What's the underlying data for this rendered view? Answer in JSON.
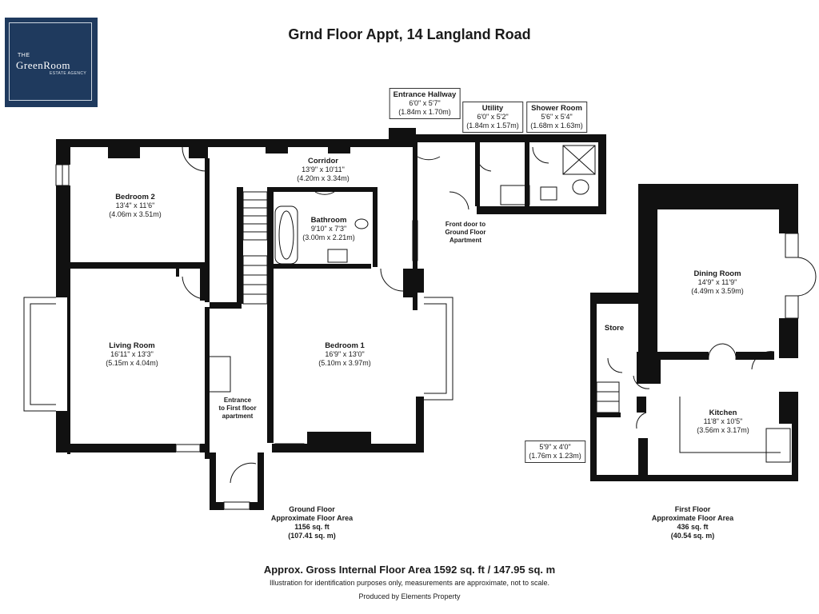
{
  "title": "Grnd Floor Appt, 14 Langland Road",
  "logo": {
    "prefix": "THE",
    "brand": "GreenRoom",
    "sub": "ESTATE AGENCY"
  },
  "rooms": {
    "entrance_hallway": {
      "name": "Entrance Hallway",
      "imperial": "6'0\" x 5'7\"",
      "metric": "(1.84m x 1.70m)"
    },
    "utility": {
      "name": "Utility",
      "imperial": "6'0\" x 5'2\"",
      "metric": "(1.84m x 1.57m)"
    },
    "shower_room": {
      "name": "Shower Room",
      "imperial": "5'6\" x 5'4\"",
      "metric": "(1.68m x 1.63m)"
    },
    "corridor": {
      "name": "Corridor",
      "imperial": "13'9\" x 10'11\"",
      "metric": "(4.20m x 3.34m)"
    },
    "bedroom2": {
      "name": "Bedroom 2",
      "imperial": "13'4\" x 11'6\"",
      "metric": "(4.06m x 3.51m)"
    },
    "bathroom": {
      "name": "Bathroom",
      "imperial": "9'10\" x 7'3\"",
      "metric": "(3.00m x 2.21m)"
    },
    "living_room": {
      "name": "Living Room",
      "imperial": "16'11\" x 13'3\"",
      "metric": "(5.15m x 4.04m)"
    },
    "bedroom1": {
      "name": "Bedroom 1",
      "imperial": "16'9\" x 13'0\"",
      "metric": "(5.10m x 3.97m)"
    },
    "dining_room": {
      "name": "Dining Room",
      "imperial": "14'9\" x 11'9\"",
      "metric": "(4.49m x 3.59m)"
    },
    "kitchen": {
      "name": "Kitchen",
      "imperial": "11'8\" x 10'5\"",
      "metric": "(3.56m x 3.17m)"
    },
    "store": {
      "name": "Store"
    },
    "landing_box": {
      "imperial": "5'9\" x 4'0\"",
      "metric": "(1.76m x 1.23m)"
    }
  },
  "annotations": {
    "front_door": [
      "Front door to",
      "Ground Floor",
      "Apartment"
    ],
    "entrance_first": [
      "Entrance",
      "to First floor",
      "apartment"
    ]
  },
  "areas": {
    "ground": [
      "Ground Floor",
      "Approximate Floor Area",
      "1156 sq. ft",
      "(107.41 sq. m)"
    ],
    "first": [
      "First Floor",
      "Approximate Floor Area",
      "436 sq. ft",
      "(40.54 sq. m)"
    ]
  },
  "footer": {
    "gross": "Approx. Gross Internal Floor Area 1592 sq. ft / 147.95 sq. m",
    "disclaimer": "Illustration for identification purposes only, measurements are approximate, not to scale.",
    "producer": "Produced by Elements Property"
  },
  "colors": {
    "wall": "#111111",
    "logo_bg": "#1f3a5e"
  }
}
